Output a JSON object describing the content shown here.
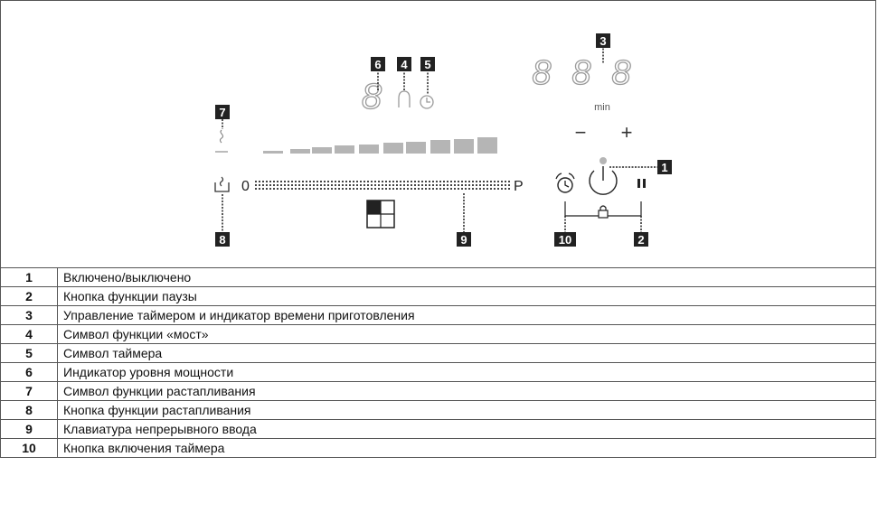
{
  "diagram": {
    "timer_digits": [
      "8",
      "8",
      "8"
    ],
    "timer_unit": "min",
    "minus_symbol": "−",
    "plus_symbol": "+",
    "power_digit": "8",
    "slider_start": "0",
    "slider_end": "P",
    "callouts": [
      "1",
      "2",
      "3",
      "4",
      "5",
      "6",
      "7",
      "8",
      "9",
      "10"
    ]
  },
  "legend": [
    {
      "num": "1",
      "text": "Включено/выключено"
    },
    {
      "num": "2",
      "text": "Кнопка функции паузы"
    },
    {
      "num": "3",
      "text": "Управление таймером и индикатор времени приготовления"
    },
    {
      "num": "4",
      "text": "Символ функции «мост»"
    },
    {
      "num": "5",
      "text": "Символ таймера"
    },
    {
      "num": "6",
      "text": "Индикатор уровня мощности"
    },
    {
      "num": "7",
      "text": "Символ функции растапливания"
    },
    {
      "num": "8",
      "text": "Кнопка функции растапливания"
    },
    {
      "num": "9",
      "text": "Клавиатура непрерывного ввода"
    },
    {
      "num": "10",
      "text": "Кнопка включения таймера"
    }
  ]
}
